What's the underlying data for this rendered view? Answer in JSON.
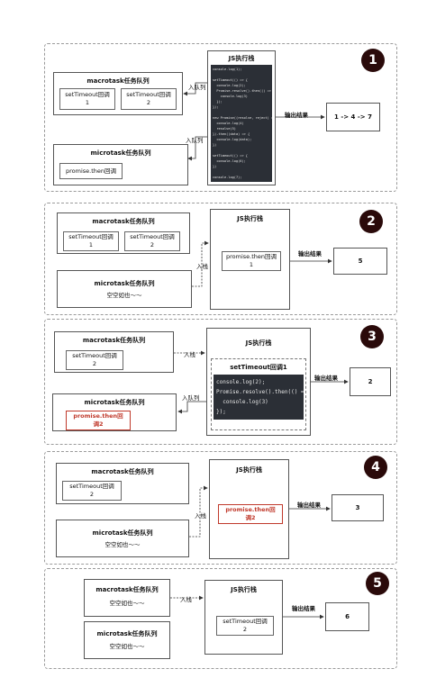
{
  "common": {
    "macro_title": "macrotask任务队列",
    "micro_title": "microtask任务队列",
    "stack_title": "JS执行栈",
    "output_label": "输出结果",
    "enqueue_label": "入队列",
    "push_label": "入栈",
    "empty_text": "空空如也～～"
  },
  "step1": {
    "badge": "1",
    "macro_items": [
      "setTimeout回调\n1",
      "setTimeout回调\n2"
    ],
    "micro_items": [
      "promise.then回调"
    ],
    "code_lines": [
      "console.log(1);",
      "",
      "setTimeout(() => {",
      "  console.log(2);",
      "  Promise.resolve().then(() => {",
      "    console.log(3)",
      "  });",
      "});",
      "",
      "new Promise((resolve, reject) => {",
      "  console.log(4)",
      "  resolve(5)",
      "}).then((data) => {",
      "  console.log(data);",
      "})",
      "",
      "setTimeout(() => {",
      "  console.log(6);",
      "})",
      "",
      "console.log(7);"
    ],
    "output": "1 -> 4 -> 7"
  },
  "step2": {
    "badge": "2",
    "macro_items": [
      "setTimeout回调\n1",
      "setTimeout回调\n2"
    ],
    "stack_item": "promise.then回调\n1",
    "output": "5"
  },
  "step3": {
    "badge": "3",
    "macro_items": [
      "setTimeout回调\n2"
    ],
    "micro_items": [
      "promise.then回\n调2"
    ],
    "stack_sub_title": "setTimeout回调1",
    "code_lines": [
      "console.log(2);",
      "Promise.resolve().then(() => {",
      "  console.log(3)",
      "});"
    ],
    "output": "2"
  },
  "step4": {
    "badge": "4",
    "macro_items": [
      "setTimeout回调\n2"
    ],
    "stack_item": "promise.then回\n调2",
    "output": "3"
  },
  "step5": {
    "badge": "5",
    "stack_item": "setTimeout回调\n2",
    "output": "6"
  }
}
